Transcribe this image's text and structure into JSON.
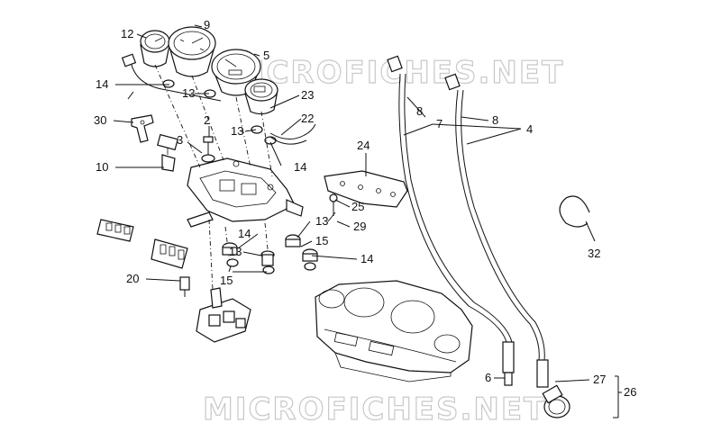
{
  "watermarks": {
    "top": "MICROFICHES.NET",
    "bottom": "MICROFICHES.NET"
  },
  "callouts": {
    "c12": "12",
    "c9": "9",
    "c5": "5",
    "c14a": "14",
    "c13a": "13",
    "c23": "23",
    "c30": "30",
    "c2": "2",
    "c13b": "13",
    "c22": "22",
    "c3": "3",
    "c14b": "14",
    "c10": "10",
    "c8a": "8",
    "c7": "7",
    "c8b": "8",
    "c4": "4",
    "c24": "24",
    "c25": "25",
    "c13c": "13",
    "c29": "29",
    "c14c": "14",
    "c15a": "15",
    "c13d": "13",
    "c14d": "14",
    "c32": "32",
    "c20": "20",
    "c15b": "15",
    "c6": "6",
    "c27": "27",
    "c26": "26"
  },
  "accent_colors": {
    "line": "#111111",
    "watermark": "#c8c8c8",
    "background": "#ffffff"
  }
}
